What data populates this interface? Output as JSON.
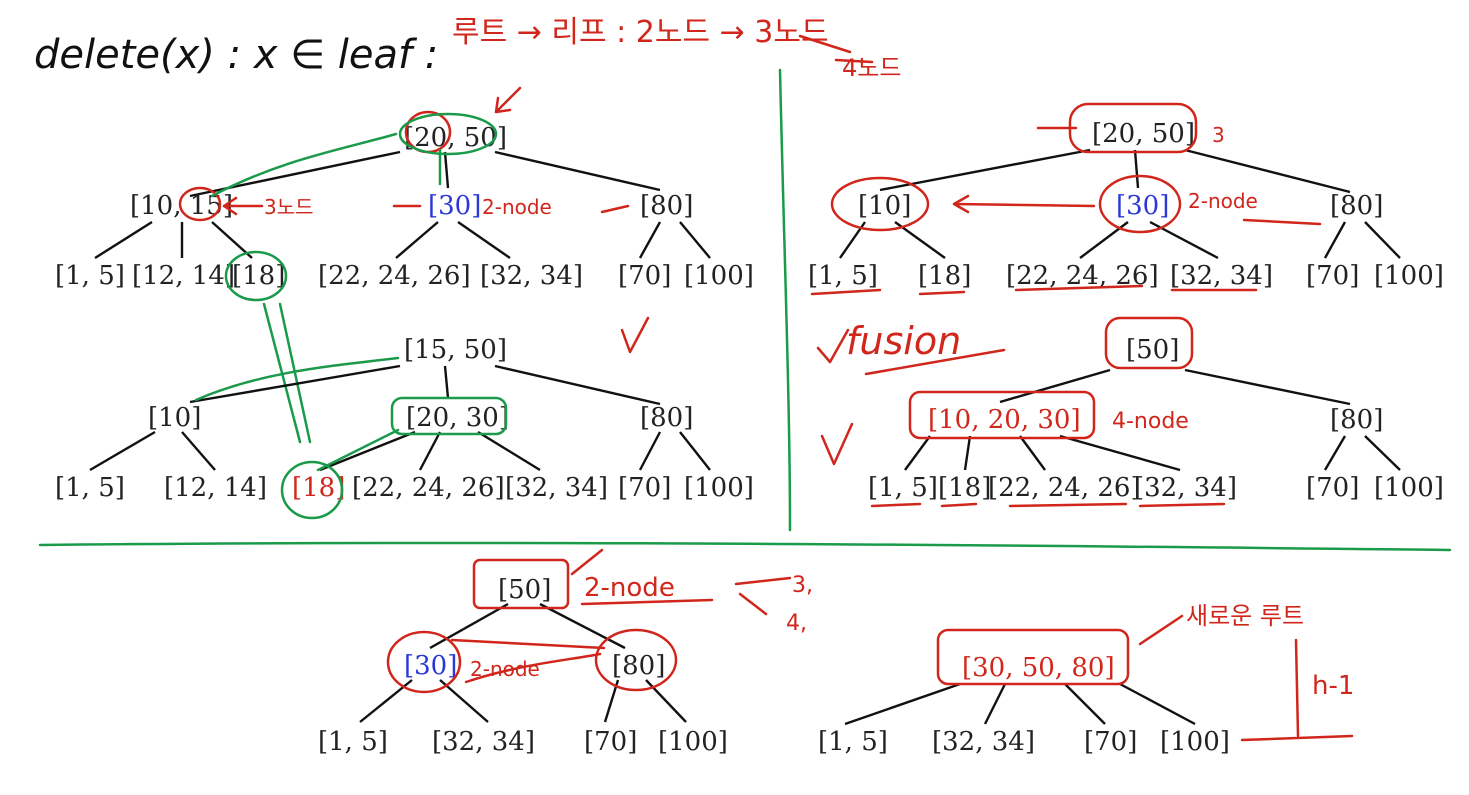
{
  "header": {
    "title_hw": "delete(x) : x ∈ leaf :",
    "rule_hw": "루트 → 리프 : 2노드 → 3노드",
    "rule_alt_hw": "4노드"
  },
  "colors": {
    "ink_red": "#d0261b",
    "ink_green": "#1a9a4a",
    "key_blue": "#2a38d8",
    "text": "#222222"
  },
  "panels": {
    "top_left_before": {
      "root": "[20, 50]",
      "level1": [
        "[10, 15]",
        "[30]",
        "[80]"
      ],
      "level2": [
        "[1, 5]",
        "[12, 14]",
        "[18]",
        "[22, 24, 26]",
        "[32, 34]",
        "[70]",
        "[100]"
      ],
      "notes": [
        "3노드",
        "2-node"
      ]
    },
    "top_left_after": {
      "root": "[15, 50]",
      "level1": [
        "[10]",
        "[20, 30]",
        "[80]"
      ],
      "level2": [
        "[1, 5]",
        "[12, 14]",
        "[18]",
        "[22, 24, 26]",
        "[32, 34]",
        "[70]",
        "[100]"
      ]
    },
    "top_right_before": {
      "root": "[20, 50]",
      "level1": [
        "[10]",
        "[30]",
        "[80]"
      ],
      "level2": [
        "[1, 5]",
        "[18]",
        "[22, 24, 26]",
        "[32, 34]",
        "[70]",
        "[100]"
      ],
      "notes": [
        "3",
        "2-node"
      ]
    },
    "top_right_after": {
      "root": "[50]",
      "level1": [
        "[10, 20, 30]",
        "[80]"
      ],
      "level2": [
        "[1, 5]",
        "[18]",
        "[22, 24, 26]",
        "[32, 34]",
        "[70]",
        "[100]"
      ],
      "notes": [
        "fusion",
        "4-node"
      ]
    },
    "bottom_left": {
      "root": "[50]",
      "level1": [
        "[30]",
        "[80]"
      ],
      "level2": [
        "[1, 5]",
        "[32, 34]",
        "[70]",
        "[100]"
      ],
      "notes": [
        "2-node",
        "3,",
        "4,",
        "2-node"
      ]
    },
    "bottom_right": {
      "root": "[30, 50, 80]",
      "level1": [
        "[1, 5]",
        "[32, 34]",
        "[70]",
        "[100]"
      ],
      "notes": [
        "새로운 루트",
        "h-1"
      ]
    }
  }
}
